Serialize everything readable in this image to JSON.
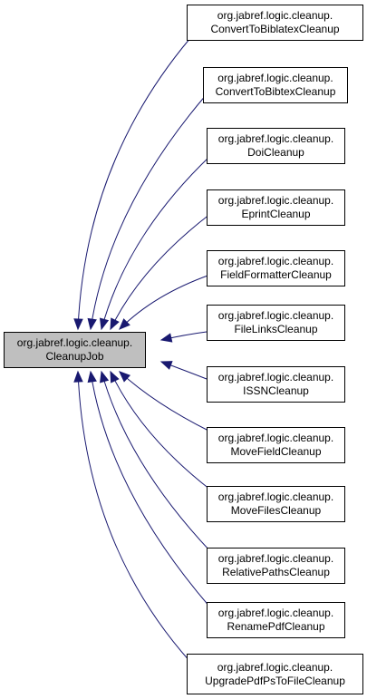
{
  "base": {
    "line1": "org.jabref.logic.cleanup.",
    "line2": "CleanupJob",
    "fill": "#bfbfbf"
  },
  "derived": [
    {
      "line1": "org.jabref.logic.cleanup.",
      "line2": "ConvertToBiblatexCleanup"
    },
    {
      "line1": "org.jabref.logic.cleanup.",
      "line2": "ConvertToBibtexCleanup"
    },
    {
      "line1": "org.jabref.logic.cleanup.",
      "line2": "DoiCleanup"
    },
    {
      "line1": "org.jabref.logic.cleanup.",
      "line2": "EprintCleanup"
    },
    {
      "line1": "org.jabref.logic.cleanup.",
      "line2": "FieldFormatterCleanup"
    },
    {
      "line1": "org.jabref.logic.cleanup.",
      "line2": "FileLinksCleanup"
    },
    {
      "line1": "org.jabref.logic.cleanup.",
      "line2": "ISSNCleanup"
    },
    {
      "line1": "org.jabref.logic.cleanup.",
      "line2": "MoveFieldCleanup"
    },
    {
      "line1": "org.jabref.logic.cleanup.",
      "line2": "MoveFilesCleanup"
    },
    {
      "line1": "org.jabref.logic.cleanup.",
      "line2": "RelativePathsCleanup"
    },
    {
      "line1": "org.jabref.logic.cleanup.",
      "line2": "RenamePdfCleanup"
    },
    {
      "line1": "org.jabref.logic.cleanup.",
      "line2": "UpgradePdfPsToFileCleanup"
    }
  ],
  "colors": {
    "edge": "#191970",
    "border": "#000000",
    "background": "#ffffff"
  }
}
